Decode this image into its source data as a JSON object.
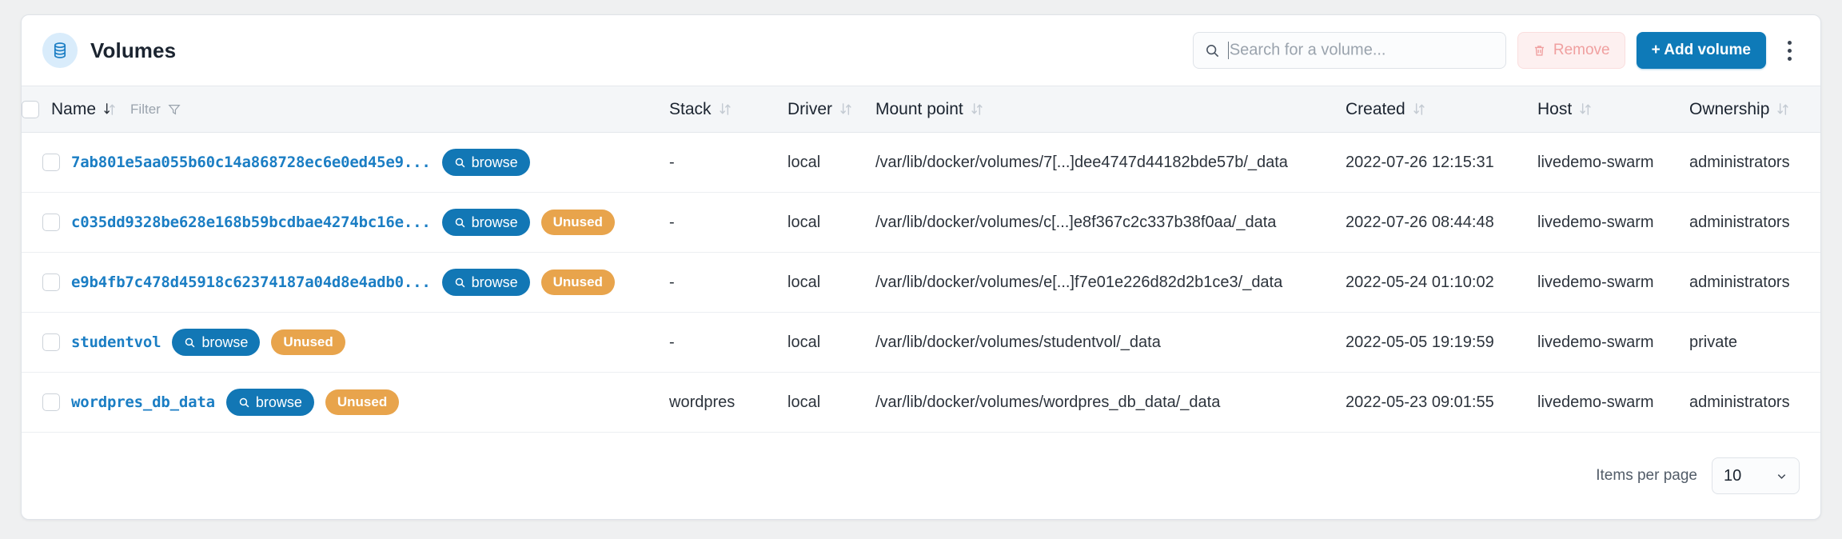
{
  "header": {
    "icon": "database-icon",
    "title": "Volumes",
    "search": {
      "value": "",
      "placeholder": "Search for a volume..."
    },
    "remove_label": "Remove",
    "add_label": "+ Add volume",
    "kebab": "more-options-icon"
  },
  "table": {
    "columns": [
      {
        "key": "name",
        "label": "Name",
        "sortable": true,
        "sorted": "desc",
        "filter_label": "Filter",
        "filter_icon": "funnel-icon"
      },
      {
        "key": "stack",
        "label": "Stack",
        "sortable": true
      },
      {
        "key": "driver",
        "label": "Driver",
        "sortable": true
      },
      {
        "key": "mount",
        "label": "Mount point",
        "sortable": true
      },
      {
        "key": "created",
        "label": "Created",
        "sortable": true
      },
      {
        "key": "host",
        "label": "Host",
        "sortable": true
      },
      {
        "key": "ownership",
        "label": "Ownership",
        "sortable": true
      }
    ],
    "browse_label": "browse",
    "unused_label": "Unused",
    "rows": [
      {
        "name": "7ab801e5aa055b60c14a868728ec6e0ed45e9...",
        "unused": false,
        "stack": "-",
        "driver": "local",
        "mount": "/var/lib/docker/volumes/7[...]dee4747d44182bde57b/_data",
        "created": "2022-07-26 12:15:31",
        "host": "livedemo-swarm",
        "ownership": "administrators"
      },
      {
        "name": "c035dd9328be628e168b59bcdbae4274bc16e...",
        "unused": true,
        "stack": "-",
        "driver": "local",
        "mount": "/var/lib/docker/volumes/c[...]e8f367c2c337b38f0aa/_data",
        "created": "2022-07-26 08:44:48",
        "host": "livedemo-swarm",
        "ownership": "administrators"
      },
      {
        "name": "e9b4fb7c478d45918c62374187a04d8e4adb0...",
        "unused": true,
        "stack": "-",
        "driver": "local",
        "mount": "/var/lib/docker/volumes/e[...]f7e01e226d82d2b1ce3/_data",
        "created": "2022-05-24 01:10:02",
        "host": "livedemo-swarm",
        "ownership": "administrators"
      },
      {
        "name": "studentvol",
        "unused": true,
        "stack": "-",
        "driver": "local",
        "mount": "/var/lib/docker/volumes/studentvol/_data",
        "created": "2022-05-05 19:19:59",
        "host": "livedemo-swarm",
        "ownership": "private"
      },
      {
        "name": "wordpres_db_data",
        "unused": true,
        "stack": "wordpres",
        "driver": "local",
        "mount": "/var/lib/docker/volumes/wordpres_db_data/_data",
        "created": "2022-05-23 09:01:55",
        "host": "livedemo-swarm",
        "ownership": "administrators"
      }
    ]
  },
  "footer": {
    "items_per_page_label": "Items per page",
    "items_per_page_value": "10"
  },
  "colors": {
    "accent_blue": "#0e7ab8",
    "link_blue": "#1b7ec4",
    "badge_orange": "#e8a44c",
    "remove_pink": "#f0a0a0",
    "page_bg": "#eff0f1",
    "header_row_bg": "#f4f6f8"
  }
}
